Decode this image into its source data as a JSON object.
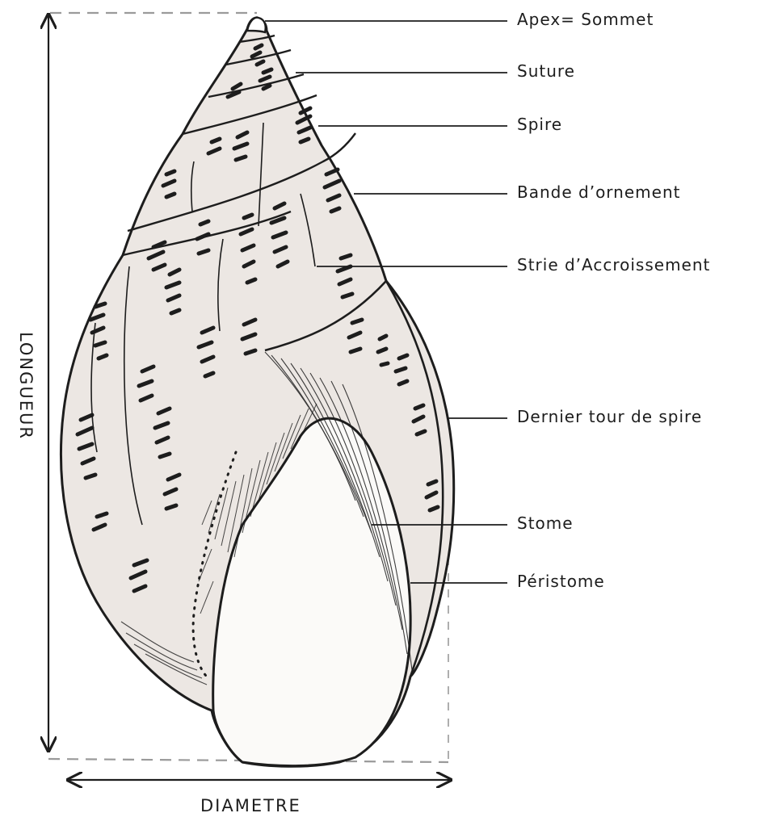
{
  "labels": [
    {
      "id": "apex",
      "text": "Apex= Sommet"
    },
    {
      "id": "suture",
      "text": "Suture"
    },
    {
      "id": "spire",
      "text": "Spire"
    },
    {
      "id": "bande",
      "text": "Bande d’ornement"
    },
    {
      "id": "strie",
      "text": "Strie d’Accroissement"
    },
    {
      "id": "dernier",
      "text": "Dernier tour de spire"
    },
    {
      "id": "stome",
      "text": "Stome"
    },
    {
      "id": "peristome",
      "text": "Péristome"
    }
  ],
  "axes": {
    "length": "LONGUEUR",
    "diameter": "DIAMETRE"
  },
  "colors": {
    "ink": "#1d1d1d",
    "shell": "#ece7e3",
    "aperture": "#fbfaf8",
    "dashes": "#9a9a9a"
  }
}
